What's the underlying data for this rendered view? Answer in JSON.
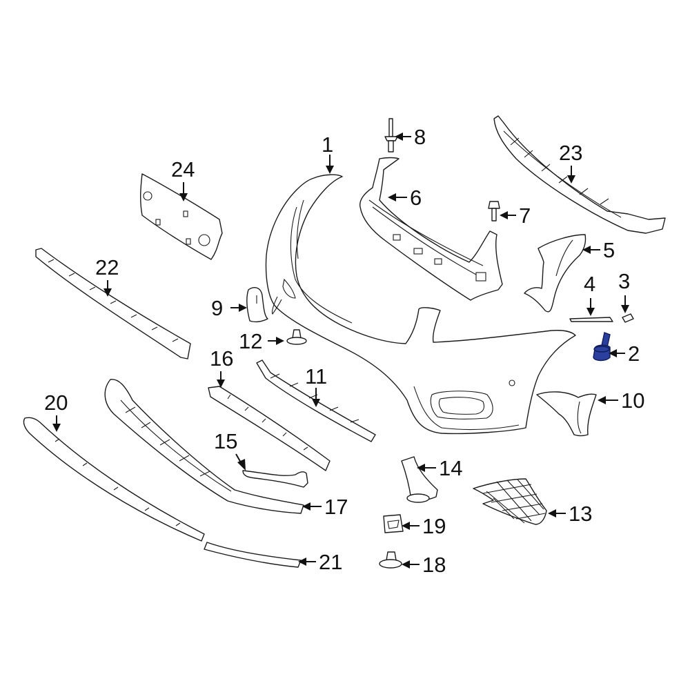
{
  "diagram": {
    "highlight_color": "#2b3f9e",
    "line_color": "#1a1a1a",
    "highlighted_part": "2",
    "callouts": [
      {
        "id": "c1",
        "label": "1"
      },
      {
        "id": "c2",
        "label": "2"
      },
      {
        "id": "c3",
        "label": "3"
      },
      {
        "id": "c4",
        "label": "4"
      },
      {
        "id": "c5",
        "label": "5"
      },
      {
        "id": "c6",
        "label": "6"
      },
      {
        "id": "c7",
        "label": "7"
      },
      {
        "id": "c8",
        "label": "8"
      },
      {
        "id": "c9",
        "label": "9"
      },
      {
        "id": "c10",
        "label": "10"
      },
      {
        "id": "c11",
        "label": "11"
      },
      {
        "id": "c12",
        "label": "12"
      },
      {
        "id": "c13",
        "label": "13"
      },
      {
        "id": "c14",
        "label": "14"
      },
      {
        "id": "c15",
        "label": "15"
      },
      {
        "id": "c16",
        "label": "16"
      },
      {
        "id": "c17",
        "label": "17"
      },
      {
        "id": "c18",
        "label": "18"
      },
      {
        "id": "c19",
        "label": "19"
      },
      {
        "id": "c20",
        "label": "20"
      },
      {
        "id": "c21",
        "label": "21"
      },
      {
        "id": "c22",
        "label": "22"
      },
      {
        "id": "c23",
        "label": "23"
      },
      {
        "id": "c24",
        "label": "24"
      }
    ]
  }
}
